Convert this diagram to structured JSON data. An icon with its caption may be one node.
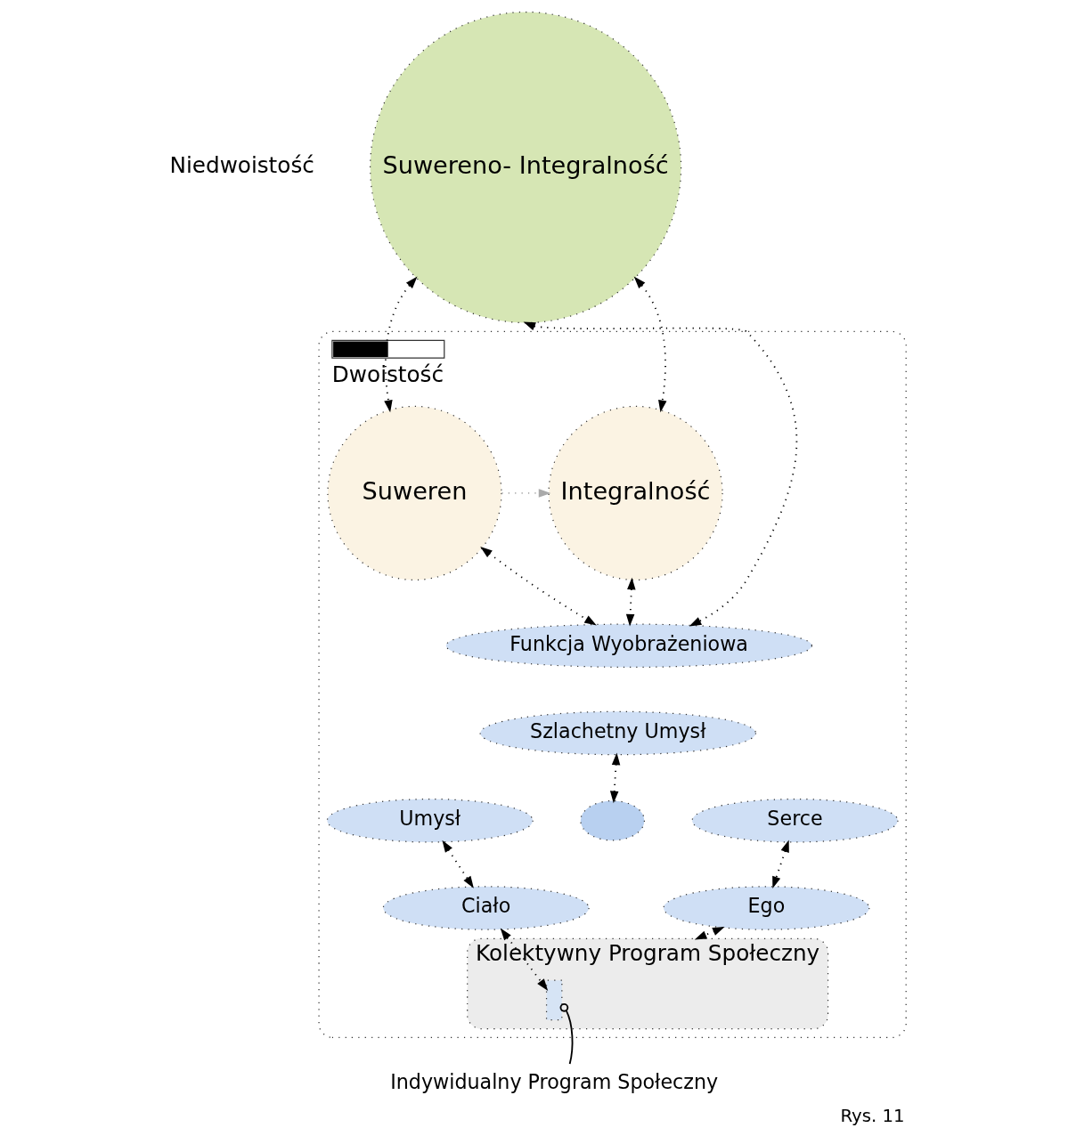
{
  "diagram": {
    "caption": "Rys. 11",
    "nodes": [
      {
        "text": [
          "Suwereno- Integralność"
        ]
      },
      {
        "text": [
          "Dwoistość"
        ]
      },
      {
        "text": [
          "Suweren"
        ],
        "in": 1
      },
      {
        "text": [
          "Integralność"
        ],
        "in": 1
      },
      {
        "text": [
          "Funkcja Wyobrażeniowa"
        ],
        "in": 1
      },
      {
        "text": [
          "Szlachetny Umysł"
        ],
        "in": 1
      },
      {
        "text": [
          "Umysł"
        ],
        "in": 1
      },
      {
        "text": [
          "Serce"
        ],
        "in": 1
      },
      {
        "text": [
          "Ciało"
        ],
        "in": 1
      },
      {
        "text": [
          "Ego"
        ],
        "in": 1
      },
      {
        "text": [
          "Kolektywny Program Społeczny"
        ],
        "in": 1
      },
      {
        "text": [],
        "shape": "bar",
        "in": 10
      },
      {
        "text": [
          "Indywidualny Program Społeczny"
        ]
      },
      {
        "text": [],
        "shape": "ellipse",
        "in": 1
      }
    ],
    "edges": [
      {
        "from": 0,
        "to": 2,
        "arrow": "both",
        "style": "dashed"
      },
      {
        "from": 0,
        "to": 4,
        "arrow": "both",
        "style": "dashed"
      },
      {
        "from": 0,
        "to": 3,
        "arrow": "both",
        "style": "dashed"
      },
      {
        "from": 2,
        "to": 3,
        "arrow": "to",
        "style": "dashed",
        "color": "#aaaaaa"
      },
      {
        "from": 2,
        "to": 4,
        "arrow": "both",
        "style": "dashed"
      },
      {
        "from": 3,
        "to": 4,
        "arrow": "both",
        "style": "dashed"
      },
      {
        "from": 5,
        "to": 13,
        "arrow": "both",
        "style": "dashed"
      },
      {
        "from": 6,
        "to": 8,
        "arrow": "both",
        "style": "dashed"
      },
      {
        "from": 7,
        "to": 9,
        "arrow": "both",
        "style": "dashed"
      },
      {
        "from": 8,
        "to": 11,
        "arrow": "both",
        "style": "dashed"
      },
      {
        "from": 9,
        "to": 10,
        "arrow": "both",
        "style": "dashed"
      },
      {
        "from": 12,
        "to": 11,
        "arrow": "other"
      }
    ],
    "labels": [
      "Niedwoistość"
    ]
  }
}
